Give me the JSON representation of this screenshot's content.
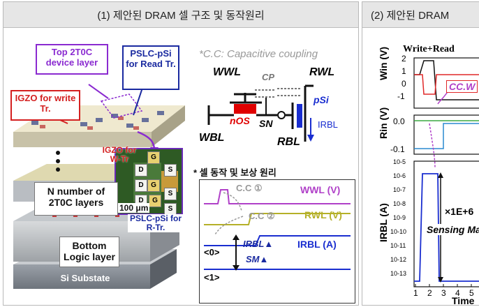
{
  "panel1": {
    "title": "(1) 제안된 DRAM 셀 구조 및 동작원리",
    "stack": {
      "top_layer_label": "Top 2T0C device layer",
      "pslc_read_label": "PSLC-pSi for Read Tr.",
      "igzo_write_label": "IGZO for write Tr.",
      "n_layers_label": "N number of 2T0C layers",
      "bottom_logic_label": "Bottom Logic layer",
      "substrate_label": "Si Substate",
      "igzo_w_tr": "IGZO for W-Tr",
      "pslc_r_tr": "PSLC-pSi for R-Tr.",
      "scale_bar": "100 μm",
      "pad_labels": [
        "G",
        "D",
        "S",
        "D",
        "S",
        "G",
        "D",
        "S",
        "G"
      ]
    },
    "circuit": {
      "cc_note": "*C.C: Capacitive coupling",
      "wwl": "WWL",
      "cp": "CP",
      "rwl": "RWL",
      "nos": "nOS",
      "sn": "SN",
      "psi": "pSi",
      "irbl": "IRBL",
      "wbl": "WBL",
      "rbl": "RBL"
    },
    "operation": {
      "title": "* 셀 동작 및 보상 원리",
      "cc1": "C.C ①",
      "cc2": "C.C ②",
      "wwl_v": "WWL (V)",
      "rwl_v": "RWL (V)",
      "irbl_a": "IRBL (A)",
      "irbl_up": "IRBL▲",
      "sm_up": "SM▲",
      "state0": "<0>",
      "state1": "<1>"
    }
  },
  "panel2": {
    "title": "(2) 제안된 DRAM",
    "plot_title": "Write+Read",
    "win_label": "Win (V)",
    "rin_label": "Rin (V)",
    "irbl_label": "IRBL (A)",
    "cc_tag": "CC.W",
    "ratio_label": "×1E+6",
    "sensing_label": "Sensing Ma",
    "x_label": "Time",
    "win_ticks": [
      "2",
      "1",
      "0",
      "-1"
    ],
    "rin_ticks": [
      "0.0",
      "-0.1"
    ],
    "irbl_ticks": [
      "10-5",
      "10-6",
      "10-7",
      "10-8",
      "10-9",
      "10-10",
      "10-11",
      "10-12",
      "10-13"
    ],
    "x_ticks": [
      "1",
      "2",
      "3",
      "4",
      "5"
    ]
  },
  "colors": {
    "wwl": "#b040c8",
    "rwl": "#b5b028",
    "irbl": "#1a2ed0",
    "nos": "#e00000",
    "igzo_red": "#d42020",
    "navy": "#1a2aa0",
    "win_red": "#e02828",
    "rin_cyan": "#2a8ad0",
    "rin_green": "#3aa840"
  }
}
